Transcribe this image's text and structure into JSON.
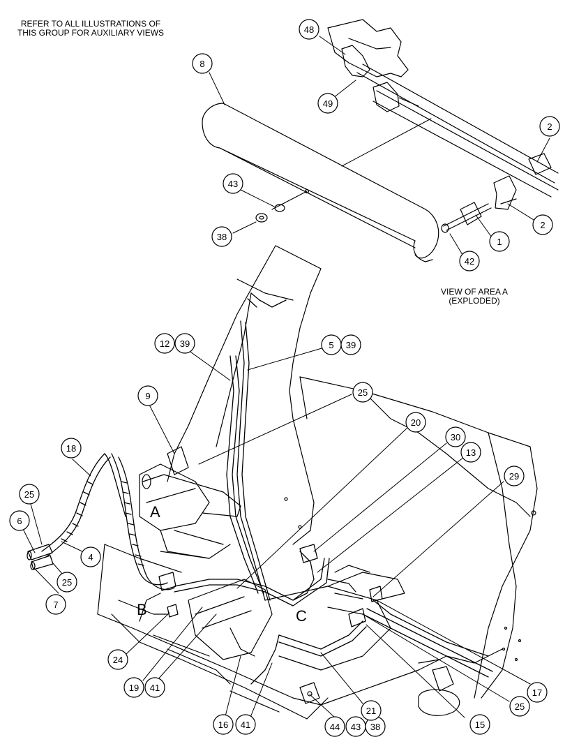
{
  "notes": {
    "refer_line1": "REFER TO ALL ILLUSTRATIONS OF",
    "refer_line2": "THIS GROUP FOR AUXILIARY VIEWS",
    "view_line1": "VIEW OF AREA A",
    "view_line2": "(EXPLODED)"
  },
  "area_labels": {
    "a": "A",
    "b": "B",
    "c": "C"
  },
  "callouts": [
    {
      "id": "c48",
      "label": "48"
    },
    {
      "id": "c8",
      "label": "8"
    },
    {
      "id": "c49",
      "label": "49"
    },
    {
      "id": "c2a",
      "label": "2"
    },
    {
      "id": "c43a",
      "label": "43"
    },
    {
      "id": "c38a",
      "label": "38"
    },
    {
      "id": "c2b",
      "label": "2"
    },
    {
      "id": "c1",
      "label": "1"
    },
    {
      "id": "c42",
      "label": "42"
    },
    {
      "id": "c12",
      "label": "12"
    },
    {
      "id": "c39a",
      "label": "39"
    },
    {
      "id": "c5",
      "label": "5"
    },
    {
      "id": "c39b",
      "label": "39"
    },
    {
      "id": "c9",
      "label": "9"
    },
    {
      "id": "c25a",
      "label": "25"
    },
    {
      "id": "c20",
      "label": "20"
    },
    {
      "id": "c30",
      "label": "30"
    },
    {
      "id": "c13",
      "label": "13"
    },
    {
      "id": "c29",
      "label": "29"
    },
    {
      "id": "c18",
      "label": "18"
    },
    {
      "id": "c25b",
      "label": "25"
    },
    {
      "id": "c6",
      "label": "6"
    },
    {
      "id": "c4",
      "label": "4"
    },
    {
      "id": "c25c",
      "label": "25"
    },
    {
      "id": "c7",
      "label": "7"
    },
    {
      "id": "c24",
      "label": "24"
    },
    {
      "id": "c19",
      "label": "19"
    },
    {
      "id": "c41a",
      "label": "41"
    },
    {
      "id": "c16",
      "label": "16"
    },
    {
      "id": "c41b",
      "label": "41"
    },
    {
      "id": "c44",
      "label": "44"
    },
    {
      "id": "c43b",
      "label": "43"
    },
    {
      "id": "c38b",
      "label": "38"
    },
    {
      "id": "c21",
      "label": "21"
    },
    {
      "id": "c15",
      "label": "15"
    },
    {
      "id": "c25d",
      "label": "25"
    },
    {
      "id": "c17",
      "label": "17"
    }
  ]
}
